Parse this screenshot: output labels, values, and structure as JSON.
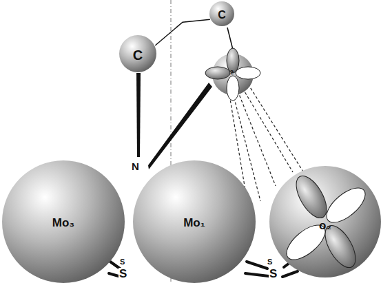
{
  "diagram": {
    "nodes": [
      {
        "text": [
          "C"
        ]
      },
      {
        "text": [
          "C"
        ]
      },
      {
        "text": [
          "Mo₃"
        ]
      },
      {
        "text": [
          "Mo₁"
        ]
      },
      {
        "text": [
          "o₂"
        ]
      }
    ],
    "edges": [
      {
        "from": 0,
        "to": 1,
        "arrow": "none"
      }
    ],
    "labels": [
      "N",
      "2",
      "S",
      "S",
      "S",
      "S"
    ]
  }
}
